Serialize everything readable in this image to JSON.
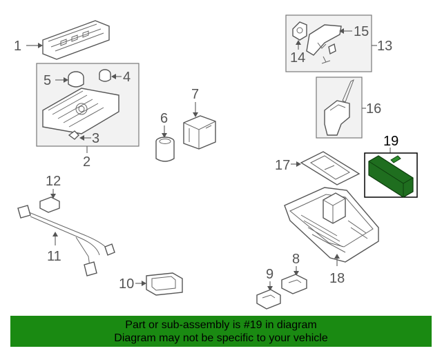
{
  "callouts": {
    "c1": "1",
    "c2": "2",
    "c3": "3",
    "c4": "4",
    "c5": "5",
    "c6": "6",
    "c7": "7",
    "c8": "8",
    "c9": "9",
    "c10": "10",
    "c11": "11",
    "c12": "12",
    "c13": "13",
    "c14": "14",
    "c15": "15",
    "c16": "16",
    "c17": "17",
    "c18": "18",
    "c19": "19"
  },
  "banner": {
    "line1": "Part or sub-assembly is #19 in diagram",
    "line2": "Diagram may not be specific to your vehicle"
  },
  "colors": {
    "highlight_part": "#1f6e1f",
    "banner_bg": "#1a8a12"
  }
}
